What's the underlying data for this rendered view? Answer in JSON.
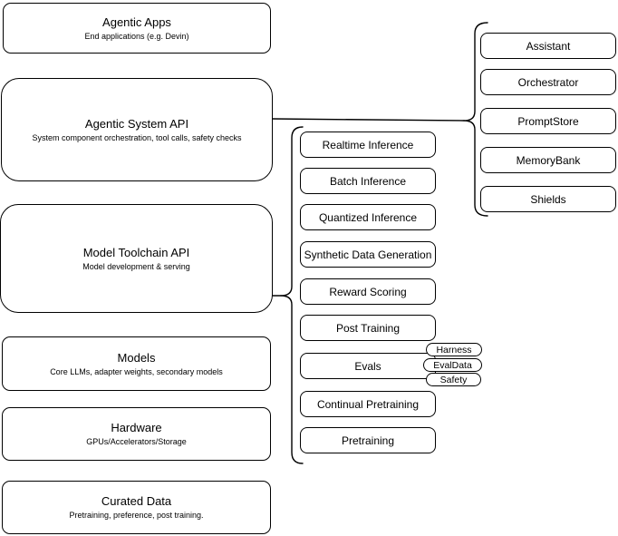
{
  "diagram": {
    "colors": {
      "stroke": "#000000",
      "fill": "#ffffff",
      "text": "#000000"
    },
    "left_stack": [
      {
        "title": "Agentic Apps",
        "subtitle": "End applications (e.g. Devin)"
      },
      {
        "title": "Agentic System API",
        "subtitle": "System component orchestration, tool calls, safety checks"
      },
      {
        "title": "Model Toolchain API",
        "subtitle": "Model development & serving"
      },
      {
        "title": "Models",
        "subtitle": "Core LLMs, adapter weights, secondary models"
      },
      {
        "title": "Hardware",
        "subtitle": "GPUs/Accelerators/Storage"
      },
      {
        "title": "Curated Data",
        "subtitle": "Pretraining, preference, post training."
      }
    ],
    "toolchain_items": [
      "Realtime Inference",
      "Batch Inference",
      "Quantized Inference",
      "Synthetic Data Generation",
      "Reward Scoring",
      "Post Training",
      "Evals",
      "Continual Pretraining",
      "Pretraining"
    ],
    "system_components": [
      "Assistant",
      "Orchestrator",
      "PromptStore",
      "MemoryBank",
      "Shields"
    ],
    "eval_tags": [
      "Harness",
      "EvalData",
      "Safety"
    ],
    "relations": [
      {
        "from": "Agentic System API",
        "brace_groups": "system_components"
      },
      {
        "from": "Model Toolchain API",
        "brace_groups": "toolchain_items"
      },
      {
        "from": "Evals",
        "attached_tags": "eval_tags"
      }
    ]
  }
}
